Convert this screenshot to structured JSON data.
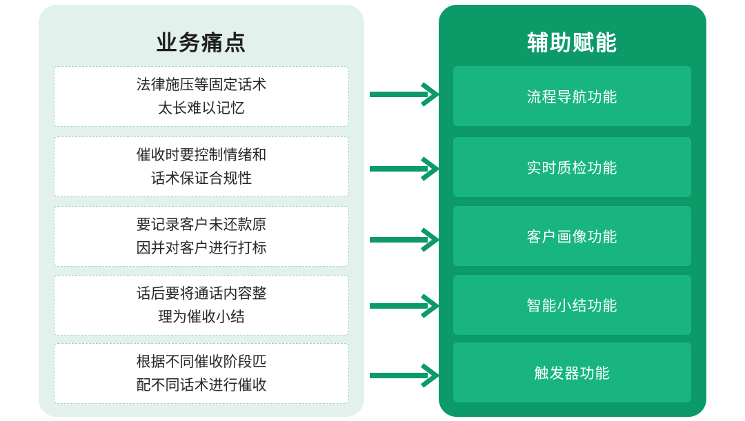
{
  "left_panel": {
    "title": "业务痛点",
    "items": [
      {
        "line1": "法律施压等固定话术",
        "line2": "太长难以记忆"
      },
      {
        "line1": "催收时要控制情绪和",
        "line2": "话术保证合规性"
      },
      {
        "line1": "要记录客户未还款原",
        "line2": "因并对客户进行打标"
      },
      {
        "line1": "话后要将通话内容整",
        "line2": "理为催收小结"
      },
      {
        "line1": "根据不同催收阶段匹",
        "line2": "配不同话术进行催收"
      }
    ]
  },
  "right_panel": {
    "title": "辅助赋能",
    "items": [
      {
        "label": "流程导航功能"
      },
      {
        "label": "实时质检功能"
      },
      {
        "label": "客户画像功能"
      },
      {
        "label": "智能小结功能"
      },
      {
        "label": "触发器功能"
      }
    ]
  },
  "colors": {
    "arrow": "#0b9a68",
    "left_panel_bg": "#e2f1ec",
    "right_panel_bg": "#0b9a68",
    "feature_card_bg": "#18b580"
  }
}
